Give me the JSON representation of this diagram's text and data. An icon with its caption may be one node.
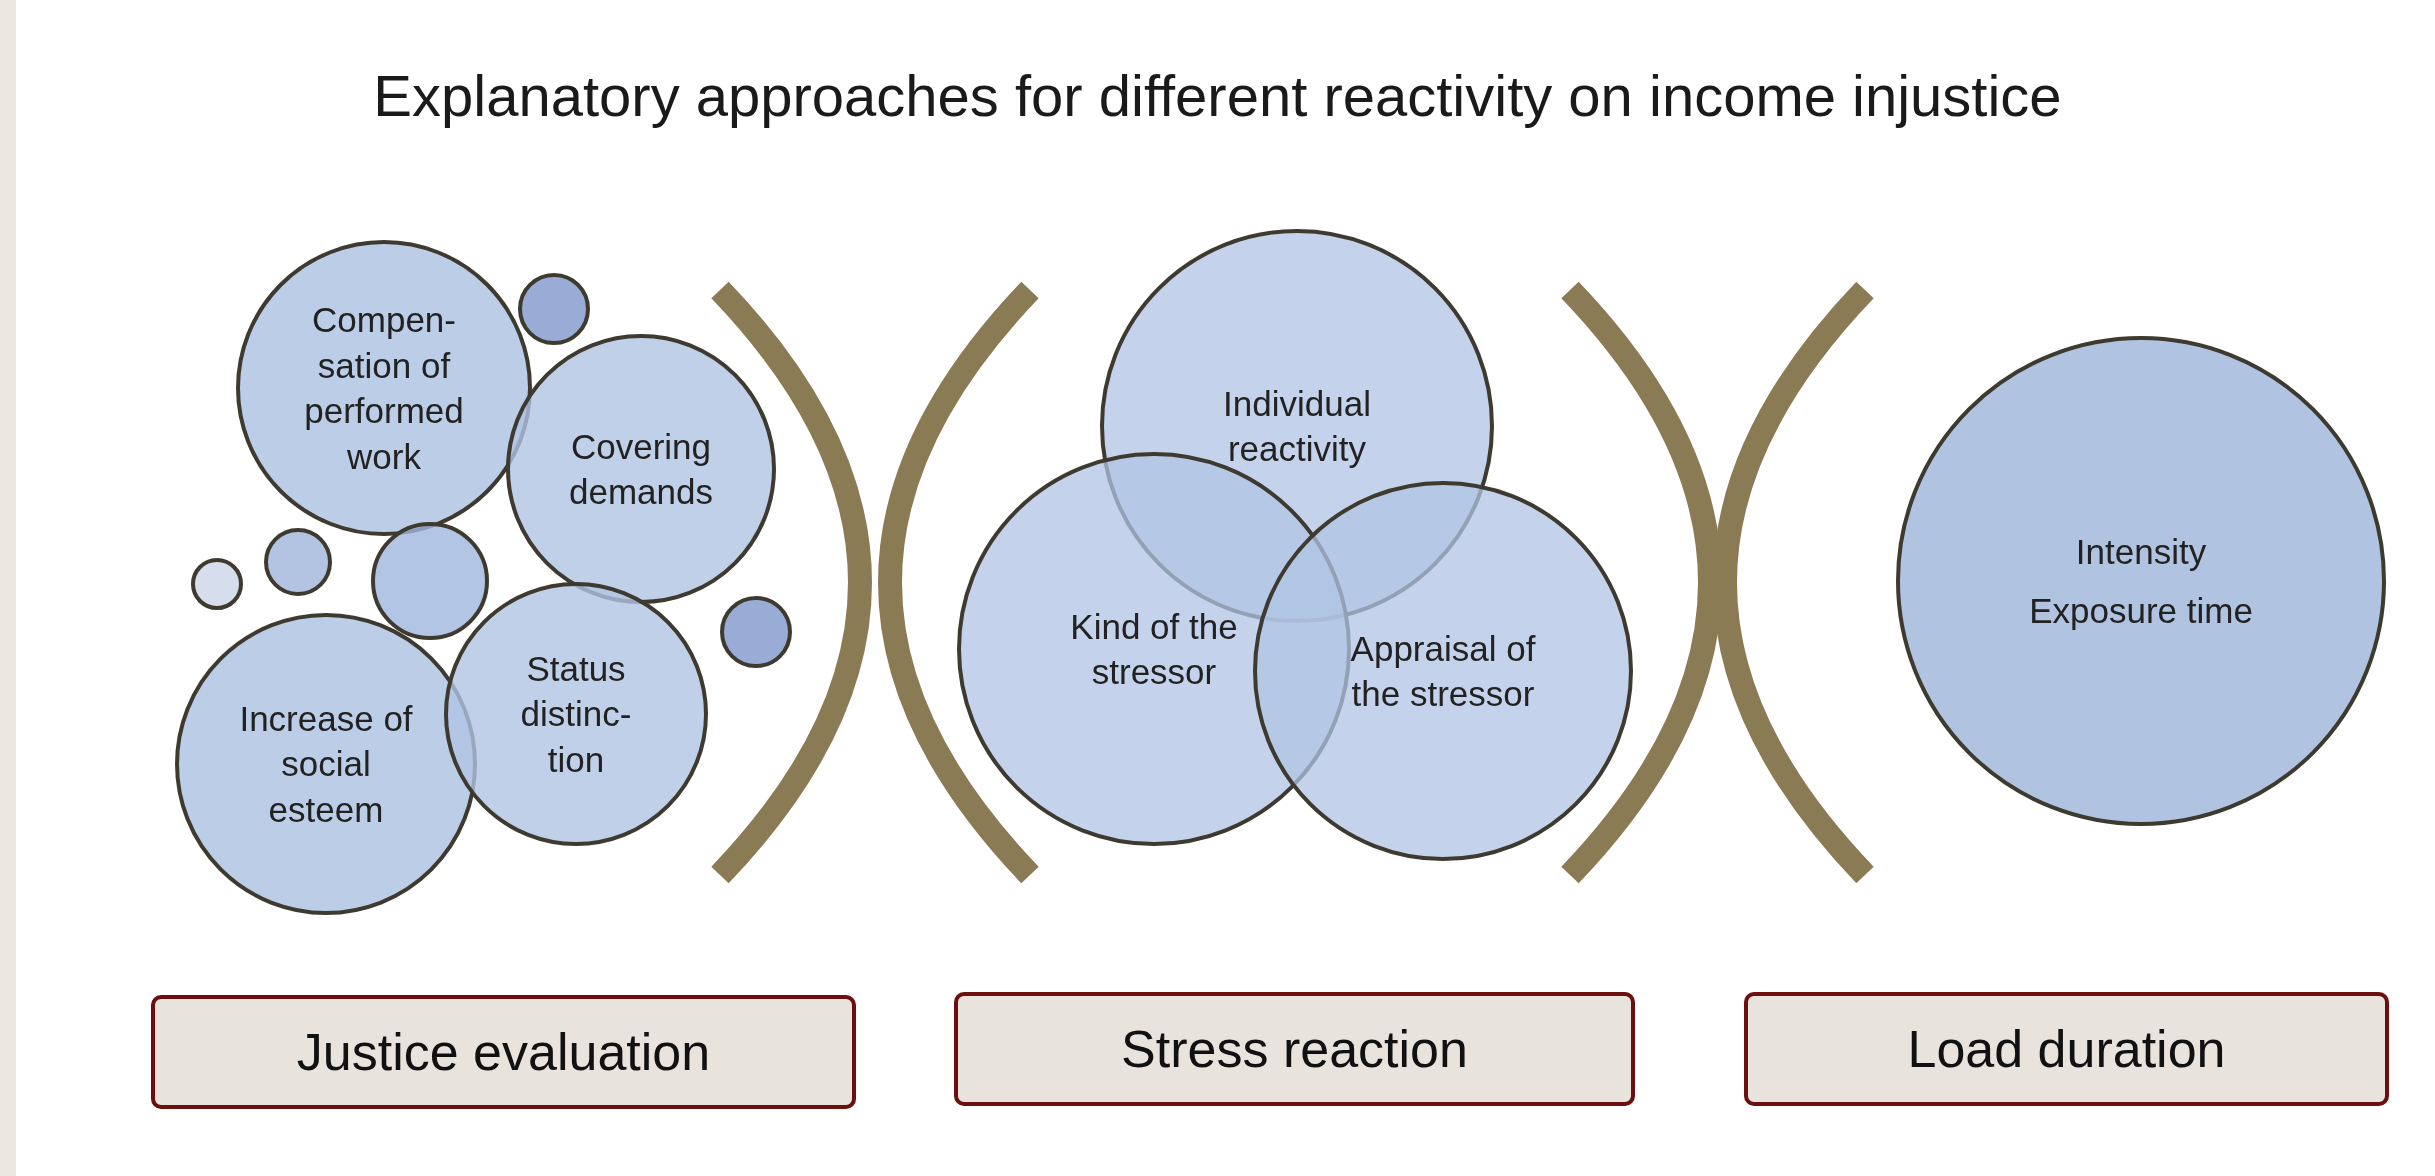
{
  "diagram": {
    "title": "Explanatory approaches for different reactivity on income injustice",
    "nodes": [
      {
        "text": [
          "Compen- sation of performed work"
        ]
      },
      {
        "text": [],
        "shape": "circle"
      },
      {
        "text": [
          "Covering demands"
        ]
      },
      {
        "text": [],
        "shape": "circle"
      },
      {
        "text": [],
        "shape": "circle"
      },
      {
        "text": [],
        "shape": "circle"
      },
      {
        "text": [],
        "shape": "circle"
      },
      {
        "text": [
          "Increase of social esteem"
        ]
      },
      {
        "text": [
          "Status distinc- tion"
        ]
      },
      {
        "text": [
          "Individual reactivity"
        ]
      },
      {
        "text": [
          "Kind of the stressor"
        ]
      },
      {
        "text": [
          "Appraisal of the stressor"
        ]
      },
      {
        "text": [
          "Intensity",
          "Exposure time"
        ]
      },
      {
        "text": [
          "Justice evaluation"
        ]
      },
      {
        "text": [
          "Stress reaction"
        ]
      },
      {
        "text": [
          "Load duration"
        ]
      }
    ]
  }
}
